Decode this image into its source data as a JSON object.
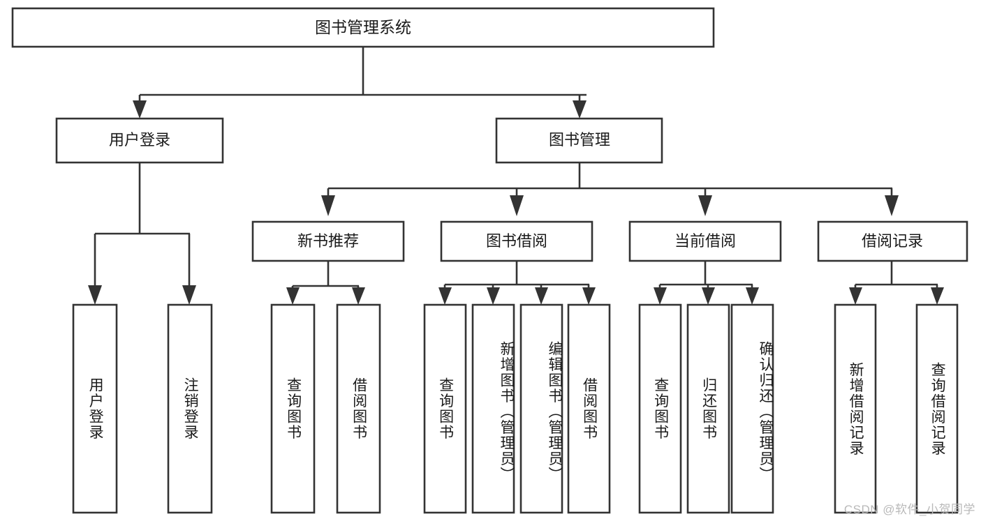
{
  "diagram": {
    "type": "tree",
    "title": "图书管理系统",
    "watermark": "CSDN @软件_小贺同学",
    "colors": {
      "box_stroke": "#333333",
      "box_fill": "#ffffff",
      "text": "#1a1a1a",
      "background": "#ffffff",
      "watermark": "#b9b9b9"
    },
    "root": {
      "label": "图书管理系统",
      "orientation": "horizontal"
    },
    "level2": [
      {
        "label": "用户登录",
        "orientation": "horizontal"
      },
      {
        "label": "图书管理",
        "orientation": "horizontal"
      }
    ],
    "level3": [
      {
        "label": "新书推荐",
        "orientation": "horizontal"
      },
      {
        "label": "图书借阅",
        "orientation": "horizontal"
      },
      {
        "label": "当前借阅",
        "orientation": "horizontal"
      },
      {
        "label": "借阅记录",
        "orientation": "horizontal"
      }
    ],
    "leaves": {
      "user_login": [
        {
          "label": "用户登录",
          "orientation": "vertical"
        },
        {
          "label": "注销登录",
          "orientation": "vertical"
        }
      ],
      "new_book_recommend": [
        {
          "label": "查询图书",
          "orientation": "vertical"
        },
        {
          "label": "借阅图书",
          "orientation": "vertical"
        }
      ],
      "book_borrow": [
        {
          "label": "查询图书",
          "orientation": "vertical"
        },
        {
          "label": "新增图书（管理员）",
          "orientation": "vertical"
        },
        {
          "label": "编辑图书（管理员）",
          "orientation": "vertical"
        },
        {
          "label": "借阅图书",
          "orientation": "vertical"
        }
      ],
      "current_borrow": [
        {
          "label": "查询图书",
          "orientation": "vertical"
        },
        {
          "label": "归还图书",
          "orientation": "vertical"
        },
        {
          "label": "确认归还（管理员）",
          "orientation": "vertical"
        }
      ],
      "borrow_record": [
        {
          "label": "新增借阅记录",
          "orientation": "vertical"
        },
        {
          "label": "查询借阅记录",
          "orientation": "vertical"
        }
      ]
    }
  }
}
